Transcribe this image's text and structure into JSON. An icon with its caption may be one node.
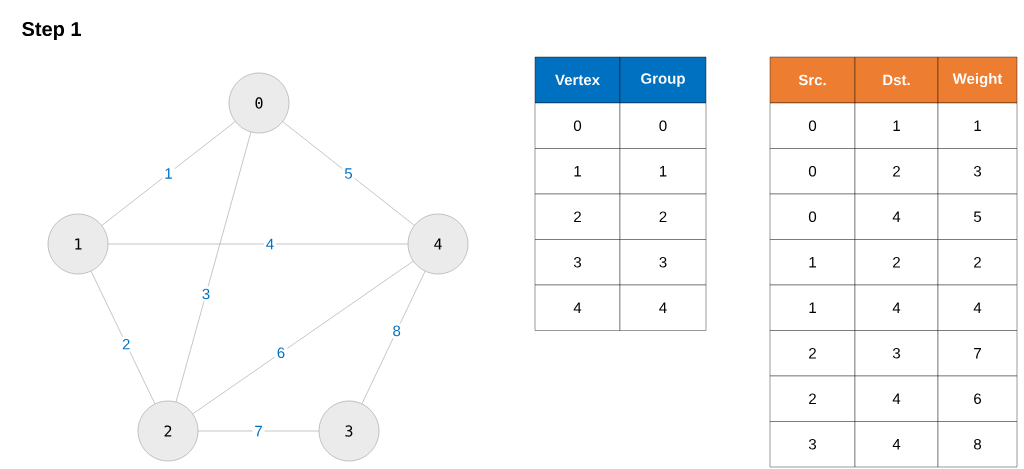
{
  "diagram": {
    "title": "Step 1",
    "nodes": [
      {
        "text": [
          "0"
        ]
      },
      {
        "text": [
          "1"
        ]
      },
      {
        "text": [
          "4"
        ]
      },
      {
        "text": [
          "2"
        ]
      },
      {
        "text": [
          "3"
        ]
      }
    ],
    "edges": [
      {
        "from": 0,
        "to": 1,
        "arrow": "none",
        "label": "1"
      },
      {
        "from": 0,
        "to": 2,
        "arrow": "none",
        "label": "5"
      },
      {
        "from": 1,
        "to": 2,
        "arrow": "none",
        "label": "4"
      },
      {
        "from": 1,
        "to": 3,
        "arrow": "none",
        "label": "2"
      },
      {
        "from": 0,
        "to": 3,
        "arrow": "none",
        "label": "3"
      },
      {
        "from": 2,
        "to": 3,
        "arrow": "none",
        "label": "6"
      },
      {
        "from": 2,
        "to": 4,
        "arrow": "none",
        "label": "8"
      },
      {
        "from": 3,
        "to": 4,
        "arrow": "none",
        "label": "7"
      }
    ],
    "labels": [
      "Vertex",
      "Group",
      "0",
      "0",
      "1",
      "1",
      "2",
      "2",
      "3",
      "3",
      "4",
      "4",
      "Src.",
      "Dst.",
      "Weight",
      "0",
      "1",
      "1",
      "0",
      "2",
      "3",
      "0",
      "4",
      "5",
      "1",
      "2",
      "2",
      "1",
      "4",
      "4",
      "2",
      "3",
      "7",
      "2",
      "4",
      "6",
      "3",
      "4",
      "8"
    ]
  }
}
